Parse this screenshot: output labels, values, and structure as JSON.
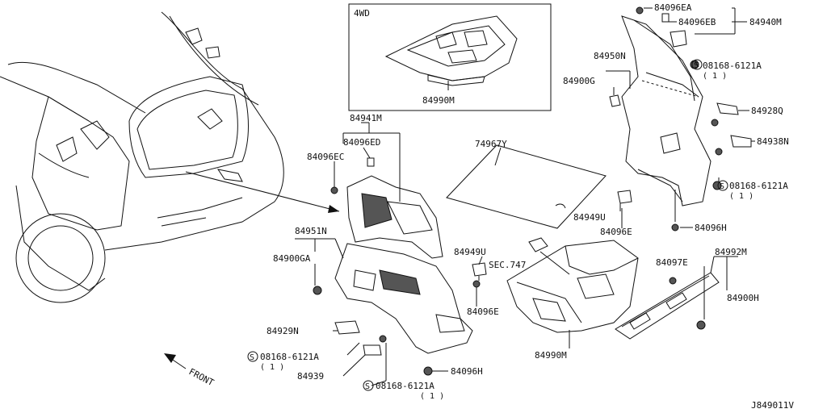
{
  "diagram": {
    "inset_label": "4WD",
    "front_label": "FRONT",
    "ref_code": "J849011V",
    "labels": {
      "p84096EA": "84096EA",
      "p84096EB": "84096EB",
      "p84940M": "84940M",
      "p84950N": "84950N",
      "p08168_6121A_r1": "08168-6121A",
      "p84900G": "84900G",
      "p84928Q": "84928Q",
      "p84938N": "84938N",
      "p08168_6121A_r2": "08168-6121A",
      "p84096H_r": "84096H",
      "p84096E_r": "84096E",
      "p84949U_r": "84949U",
      "p74967Y": "74967Y",
      "p84990M_inset": "84990M",
      "p84941M": "84941M",
      "p84096ED": "84096ED",
      "p84096EC": "84096EC",
      "p84951N": "84951N",
      "p84900GA": "84900GA",
      "p84929N": "84929N",
      "p08168_6121A_l1": "08168-6121A",
      "p84939": "84939",
      "p08168_6121A_l2": "08168-6121A",
      "p84096H_l": "84096H",
      "p84949U_c": "84949U",
      "sec747": "SEC.747",
      "p84096E_c": "84096E",
      "p84990M": "84990M",
      "p84097E": "84097E",
      "p84992M": "84992M",
      "p84900H": "84900H"
    },
    "quantities": {
      "q_r1": "( 1 )",
      "q_r2": "( 1 )",
      "q_l1": "( 1 )",
      "q_l2": "( 1 )"
    },
    "circle_symbol": "S"
  }
}
